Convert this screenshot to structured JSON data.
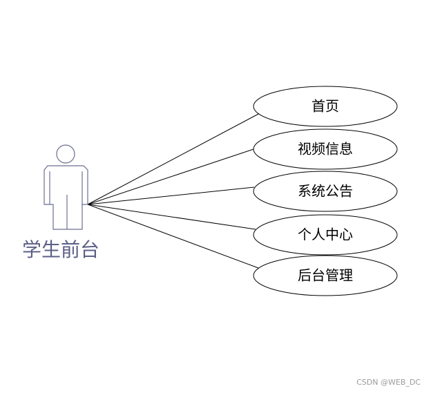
{
  "diagram": {
    "actor": {
      "label": "学生前台"
    },
    "use_cases": [
      {
        "label": "首页"
      },
      {
        "label": "视频信息"
      },
      {
        "label": "系统公告"
      },
      {
        "label": "个人中心"
      },
      {
        "label": "后台管理"
      }
    ]
  },
  "watermark": "CSDN @WEB_DC",
  "colors": {
    "actor_stroke": "#6a6f8f",
    "actor_label": "#5b5f86",
    "line": "#000000",
    "ellipse_stroke": "#000000",
    "watermark": "#9a9a9a"
  }
}
